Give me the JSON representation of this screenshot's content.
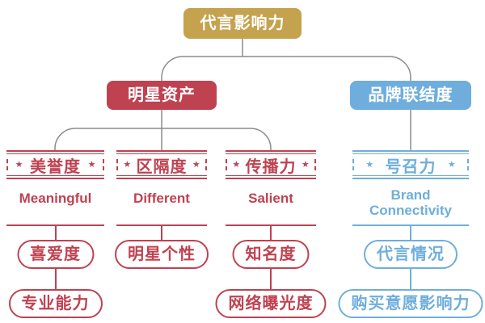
{
  "root": {
    "label": "代言影响力"
  },
  "level2": [
    {
      "label": "明星资产",
      "theme": "red"
    },
    {
      "label": "品牌联结度",
      "theme": "blue"
    }
  ],
  "columns": [
    {
      "header": "美誉度",
      "english": "Meaningful",
      "theme": "red",
      "items": [
        "喜爱度",
        "专业能力"
      ]
    },
    {
      "header": "区隔度",
      "english": "Different",
      "theme": "red",
      "items": [
        "明星个性"
      ]
    },
    {
      "header": "传播力",
      "english": "Salient",
      "theme": "red",
      "items": [
        "知名度",
        "网络曝光度"
      ]
    },
    {
      "header": "号召力",
      "english": "Brand Connectivity",
      "theme": "blue",
      "items": [
        "代言情况",
        "购买意愿影响力"
      ]
    }
  ],
  "decorations": {
    "star": "★"
  },
  "colors": {
    "gold": "#C5A24E",
    "red": "#BF4251",
    "blue": "#6FAEDC",
    "connector": "#8C8C8C",
    "background": "#FFFFFF"
  }
}
